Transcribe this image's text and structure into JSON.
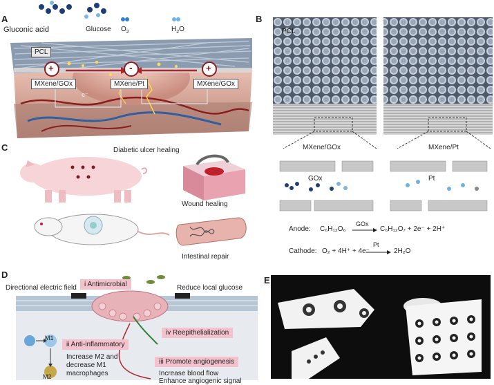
{
  "panels": {
    "a": {
      "label": "A",
      "molecules": [
        "Gluconic acid",
        "Glucose",
        "O",
        "2",
        "H",
        "2",
        "O"
      ],
      "pcl": "PCL",
      "signs": {
        "plus_left": "+",
        "minus_center": "-",
        "plus_right": "+"
      },
      "boxes": {
        "left": "MXene/GOx",
        "center": "MXene/Pt",
        "right": "MXene/GOx"
      },
      "electron": "e⁻"
    },
    "b": {
      "label": "B",
      "pcl": "PCL",
      "left_title": "MXene/GOx",
      "right_title": "MXene/Pt",
      "enzyme_left": "GOx",
      "enzyme_right": "Pt",
      "anode": {
        "label": "Anode:",
        "left": "C₆H₁₂O₆",
        "arrow_label": "GOx",
        "right": "C₆H₁₂O₇  + 2e⁻ + 2H⁺"
      },
      "cathode": {
        "label": "Cathode:",
        "left": "O₂ + 4H⁺ + 4e⁻",
        "arrow_label": "Pt",
        "right": "2H₂O"
      }
    },
    "c": {
      "label": "C",
      "title": "Diabetic ulcer healing",
      "wound": "Wound healing",
      "intestinal": "Intestinal repair"
    },
    "d": {
      "label": "D",
      "left_title": "Directional electric field",
      "right_title": "Reduce local glucose",
      "i": "i  Antimicrobial",
      "ii": "ii  Anti-inflammatory",
      "ii_desc1": "Increase M2 and",
      "ii_desc2": "decrease M1",
      "ii_desc3": "macrophages",
      "iii": "iii  Promote angiogenesis",
      "iii_desc1": "Increase blood flow",
      "iii_desc2": "Enhance angiogenic signal",
      "iv": "iv  Reepithelialization",
      "m1": "M1",
      "m2": "M2"
    },
    "e": {
      "label": "E"
    }
  },
  "colors": {
    "pink_tag": "#f4c2cc",
    "red_arrow": "#b0262b",
    "skin": "#d9a79a",
    "dark_bg": "#111111"
  }
}
